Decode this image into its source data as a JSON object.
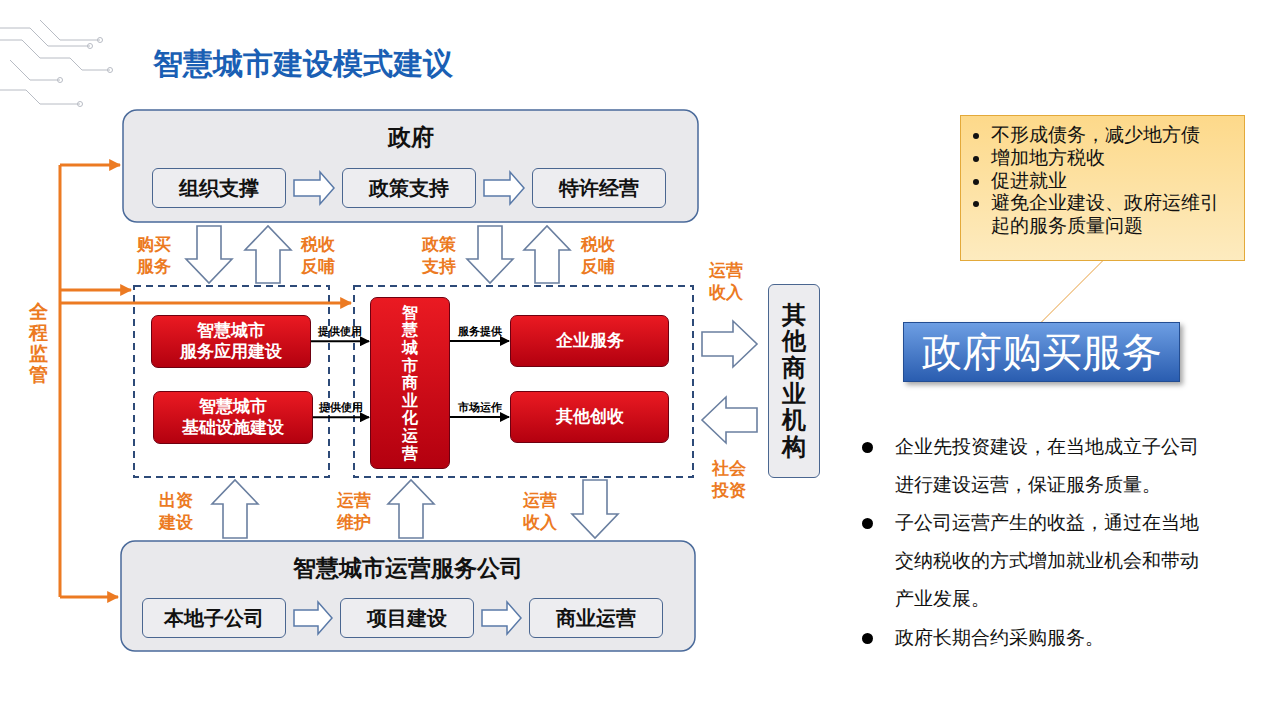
{
  "diagram": {
    "title": "智慧城市建设模式建议",
    "nodes": [
      {
        "text": [
          "政府"
        ]
      },
      {
        "text": [
          "组织支撑"
        ],
        "in": 0
      },
      {
        "text": [
          "政策支持"
        ],
        "in": 0
      },
      {
        "text": [
          "特许经营"
        ],
        "in": 0
      },
      {
        "text": [
          "智慧城市 服务应用建设"
        ]
      },
      {
        "text": [
          "智慧城市 基础设施建设"
        ]
      },
      {
        "text": [
          "智慧城市 商业化运营"
        ]
      },
      {
        "text": [
          "企业服务"
        ]
      },
      {
        "text": [
          "其他创收"
        ]
      },
      {
        "text": [
          "其他商业机构"
        ]
      },
      {
        "text": [
          "智慧城市运营服务公司"
        ]
      },
      {
        "text": [
          "本地子公司"
        ],
        "in": 10
      },
      {
        "text": [
          "项目建设"
        ],
        "in": 10
      },
      {
        "text": [
          "商业运营"
        ],
        "in": 10
      },
      {
        "text": [
          "不形成债务，减少地方债",
          "增加地方税收",
          "促进就业",
          "避免企业建设、政府运维引起的服务质量问题"
        ]
      },
      {
        "text": [
          "政府购买服务"
        ]
      }
    ],
    "edges": [
      {
        "from": 1,
        "to": 2,
        "arrow": "to"
      },
      {
        "from": 2,
        "to": 3,
        "arrow": "to"
      },
      {
        "from": 11,
        "to": 12,
        "arrow": "to"
      },
      {
        "from": 12,
        "to": 13,
        "arrow": "to"
      },
      {
        "from": 4,
        "to": 6,
        "label": "提供使用",
        "arrow": "to"
      },
      {
        "from": 5,
        "to": 6,
        "label": "提供使用",
        "arrow": "to"
      },
      {
        "from": 6,
        "to": 7,
        "label": "服务提供",
        "arrow": "to"
      },
      {
        "from": 6,
        "to": 8,
        "label": "市场运作",
        "arrow": "to"
      },
      {
        "from": 14,
        "to": 15,
        "arrow": "none"
      }
    ],
    "labels": [
      "购买 服务",
      "税收 反哺",
      "政策 支持",
      "税收 反哺",
      "运营 收入",
      "社会 投资",
      "出资 建设",
      "运营 维护",
      "运营 收入",
      "全程监管",
      "企业先投资建设，在当地成立子公司进行建设运营，保证服务质量。",
      "子公司运营产生的收益，通过在当地交纳税收的方式增加就业机会和带动产业发展。",
      "政府长期合约采购服务。"
    ]
  }
}
